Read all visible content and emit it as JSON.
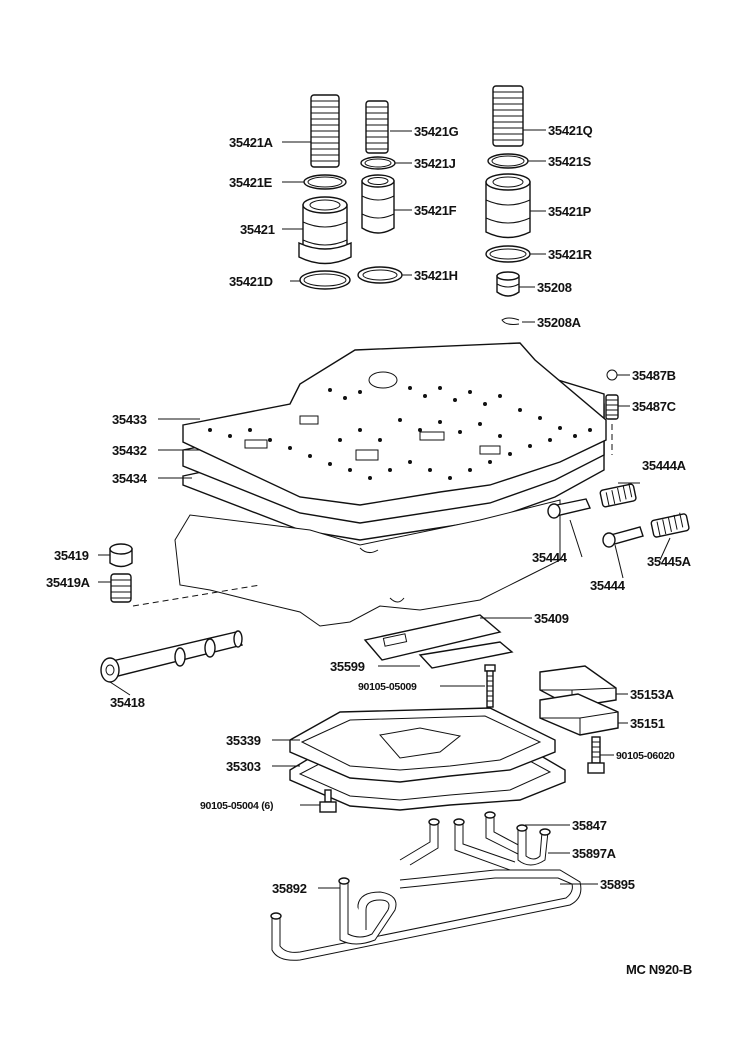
{
  "diagram": {
    "labels": [
      {
        "id": "35421A",
        "text": "35421A"
      },
      {
        "id": "35421E",
        "text": "35421E"
      },
      {
        "id": "35421",
        "text": "35421"
      },
      {
        "id": "35421D",
        "text": "35421D"
      },
      {
        "id": "35421G",
        "text": "35421G"
      },
      {
        "id": "35421J",
        "text": "35421J"
      },
      {
        "id": "35421F",
        "text": "35421F"
      },
      {
        "id": "35421H",
        "text": "35421H"
      },
      {
        "id": "35421Q",
        "text": "35421Q"
      },
      {
        "id": "35421S",
        "text": "35421S"
      },
      {
        "id": "35421P",
        "text": "35421P"
      },
      {
        "id": "35421R",
        "text": "35421R"
      },
      {
        "id": "35208",
        "text": "35208"
      },
      {
        "id": "35208A",
        "text": "35208A"
      },
      {
        "id": "35487B",
        "text": "35487B"
      },
      {
        "id": "35487C",
        "text": "35487C"
      },
      {
        "id": "35433",
        "text": "35433"
      },
      {
        "id": "35432",
        "text": "35432"
      },
      {
        "id": "35434",
        "text": "35434"
      },
      {
        "id": "35444A",
        "text": "35444A"
      },
      {
        "id": "35444a",
        "text": "35444"
      },
      {
        "id": "35444b",
        "text": "35444"
      },
      {
        "id": "35445A",
        "text": "35445A"
      },
      {
        "id": "35419",
        "text": "35419"
      },
      {
        "id": "35419A",
        "text": "35419A"
      },
      {
        "id": "35409",
        "text": "35409"
      },
      {
        "id": "35599",
        "text": "35599"
      },
      {
        "id": "bolt1",
        "text": "90105-05009"
      },
      {
        "id": "35418",
        "text": "35418"
      },
      {
        "id": "35153A",
        "text": "35153A"
      },
      {
        "id": "35151",
        "text": "35151"
      },
      {
        "id": "bolt2",
        "text": "90105-06020"
      },
      {
        "id": "35339",
        "text": "35339"
      },
      {
        "id": "35303",
        "text": "35303"
      },
      {
        "id": "bolt3",
        "text": "90105-05004 (6)"
      },
      {
        "id": "35847",
        "text": "35847"
      },
      {
        "id": "35897A",
        "text": "35897A"
      },
      {
        "id": "35892",
        "text": "35892"
      },
      {
        "id": "35895",
        "text": "35895"
      }
    ],
    "catalog_code": "MC N920-B"
  }
}
